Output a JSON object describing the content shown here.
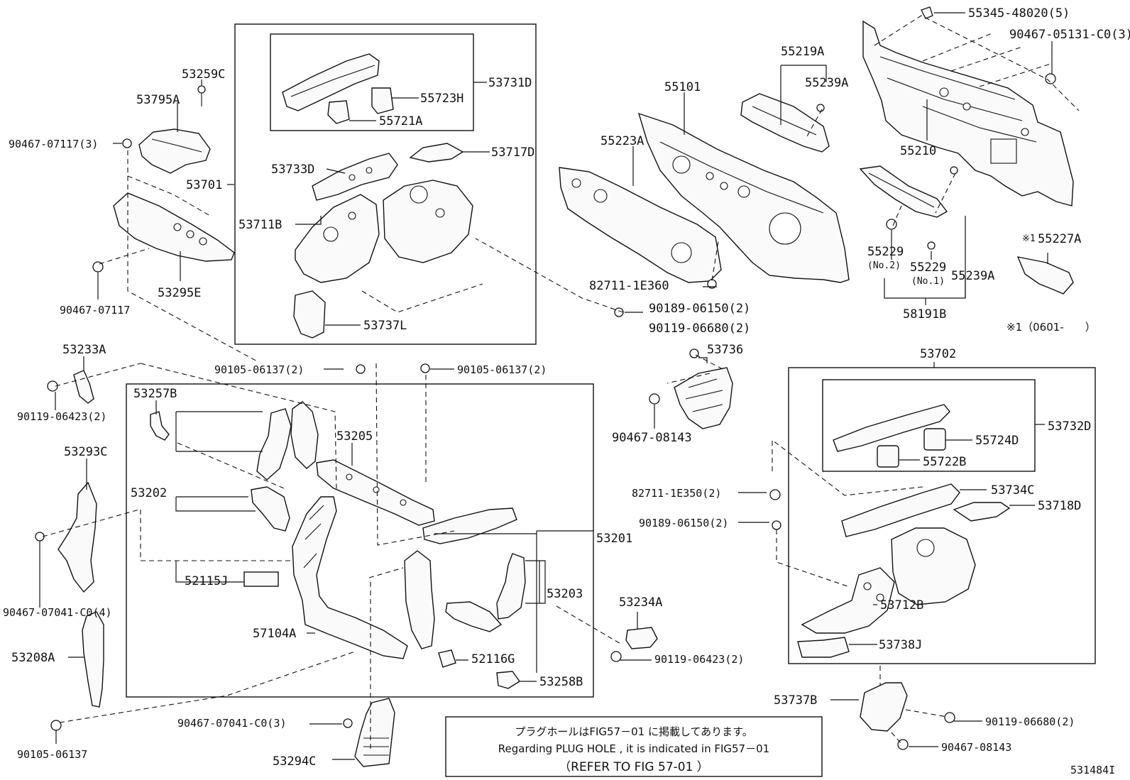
{
  "figure_id": "531484I",
  "note": {
    "line1": "プラグホールはFIG57－01 に掲載してあります。",
    "line2": "Regarding  PLUG HOLE , it is indicated  in  FIG57－01",
    "line3": "（REFER TO FIG  57-01 ）"
  },
  "date_note": "※1（0601-　　）",
  "callouts": {
    "c_55345": "55345-48020(5)",
    "c_90467_05131": "90467-05131-C0(3)",
    "c_55219A": "55219A",
    "c_55239A_top": "55239A",
    "c_55101": "55101",
    "c_55223A": "55223A",
    "c_55210": "55210",
    "c_55229_2": "55229",
    "c_55229_2_sub": "(No.2)",
    "c_55229_1": "55229",
    "c_55229_1_sub": "(No.1)",
    "c_55239A_bot": "55239A",
    "c_58191B": "58191B",
    "c_55227A": "55227A",
    "c_55227A_mark": "※1",
    "c_82711_1E360": "82711-1E360",
    "c_90189_06150_top": "90189-06150(2)",
    "c_90119_06680_top": "90119-06680(2)",
    "c_53736": "53736",
    "c_90467_08143_mid": "90467-08143",
    "c_53259C": "53259C",
    "c_53795A": "53795A",
    "c_90467_07117_3": "90467-07117(3)",
    "c_53701": "53701",
    "c_53295E": "53295E",
    "c_90467_07117": "90467-07117",
    "c_53731D": "53731D",
    "c_55723H": "55723H",
    "c_55721A": "55721A",
    "c_53717D": "53717D",
    "c_53733D": "53733D",
    "c_53711B": "53711B",
    "c_53737L": "53737L",
    "c_53233A": "53233A",
    "c_90119_06423_left": "90119-06423(2)",
    "c_90105_06137_a": "90105-06137(2)",
    "c_90105_06137_b": "90105-06137(2)",
    "c_53257B": "53257B",
    "c_53205": "53205",
    "c_53202": "53202",
    "c_53293C": "53293C",
    "c_53201": "53201",
    "c_52115J": "52115J",
    "c_53203": "53203",
    "c_57104A": "57104A",
    "c_52116G": "52116G",
    "c_53258B": "53258B",
    "c_90467_07041_4": "90467-07041-C0(4)",
    "c_53208A": "53208A",
    "c_90105_06137": "90105-06137",
    "c_90467_07041_3": "90467-07041-C0(3)",
    "c_53294C": "53294C",
    "c_53234A": "53234A",
    "c_90119_06423_mid": "90119-06423(2)",
    "c_53702": "53702",
    "c_53732D": "53732D",
    "c_55724D": "55724D",
    "c_55722B": "55722B",
    "c_82711_1E350": "82711-1E350(2)",
    "c_53734C": "53734C",
    "c_90189_06150_mid": "90189-06150(2)",
    "c_53718D": "53718D",
    "c_53712B": "53712B",
    "c_53738J": "53738J",
    "c_53737B": "53737B",
    "c_90119_06680_bot": "90119-06680(2)",
    "c_90467_08143_bot": "90467-08143"
  }
}
